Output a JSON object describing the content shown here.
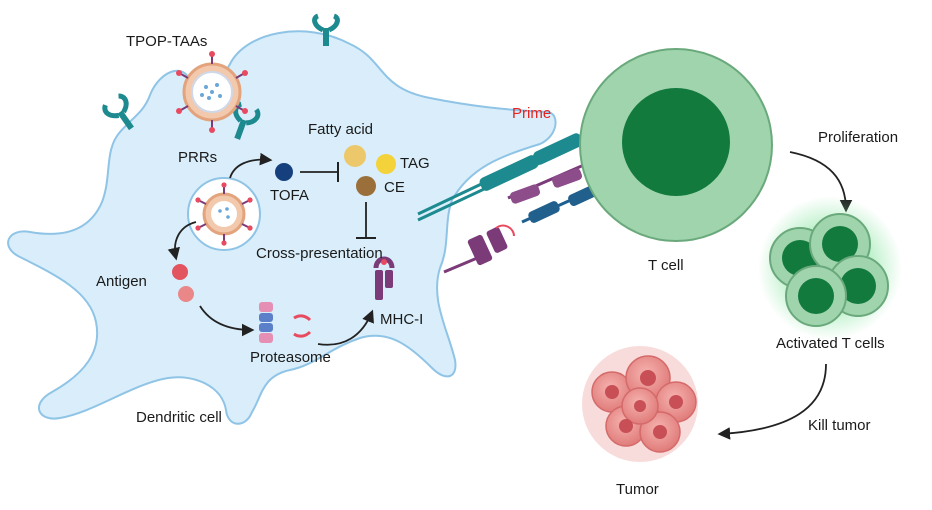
{
  "labels": {
    "tpop_taas": "TPOP-TAAs",
    "prrs": "PRRs",
    "fatty_acid": "Fatty acid",
    "tofa": "TOFA",
    "tag": "TAG",
    "ce": "CE",
    "cross_presentation": "Cross-presentation",
    "antigen": "Antigen",
    "proteasome": "Proteasome",
    "mhc_i": "MHC-I",
    "dendritic_cell": "Dendritic cell",
    "prime": "Prime",
    "t_cell": "T cell",
    "proliferation": "Proliferation",
    "activated_t_cells": "Activated T cells",
    "kill_tumor": "Kill tumor",
    "tumor": "Tumor"
  },
  "colors": {
    "dendritic_fill": "#d9eefa",
    "dendritic_stroke": "#8fc4e6",
    "tcell_outer": "#9fd4ad",
    "tcell_inner": "#137a3e",
    "tumor": "#ec8a8a",
    "tofa": "#16407d",
    "fatty_acid": "#ecc86a",
    "ce": "#9b6f3a",
    "receptor_teal": "#1d8a8f",
    "mhc_purple": "#7b3a78",
    "prime_text": "#e8231f"
  }
}
